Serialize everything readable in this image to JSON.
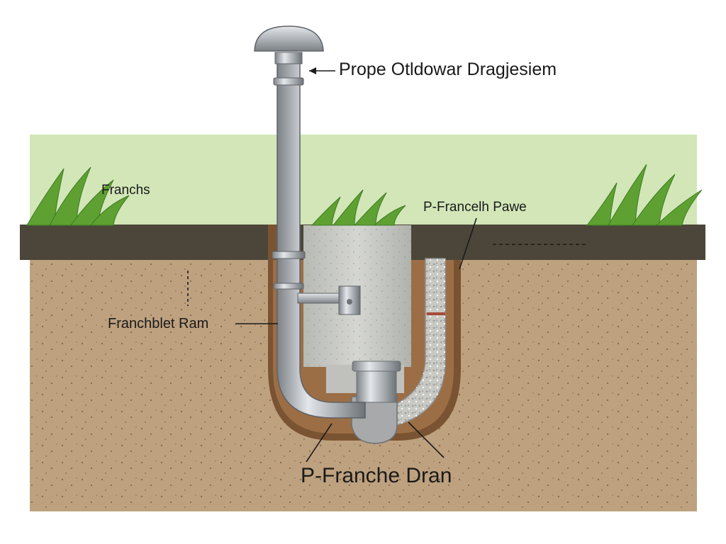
{
  "diagram": {
    "labels": {
      "top": "Prope Otldowar Dragjesiem",
      "left": "Franchs",
      "right": "P-Francelh Pawe",
      "middle": "Franchblet Ram",
      "bottom": "P-Franche Dran"
    },
    "colors": {
      "sky_grass_band": "#d2e6b8",
      "topsoil": "#4b4639",
      "soil": "#bea17f",
      "trench": "#9c6e45",
      "gravel_column": "#c9c9c4",
      "pipe_metal": "#a8adb2",
      "grass": "#5ea132"
    }
  }
}
